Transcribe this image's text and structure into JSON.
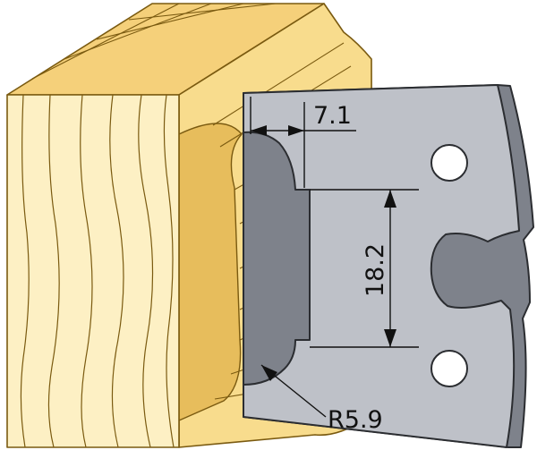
{
  "colors": {
    "wood_front": "#fdf0c4",
    "wood_face": "#f8dc8d",
    "wood_top": "#f5d07a",
    "wood_shadow": "#e7bd5c",
    "wood_stroke": "#7a5a10",
    "steel_front": "#bec1c8",
    "steel_side": "#7e828b",
    "steel_stroke": "#2b2d31",
    "dimension_line": "#111111"
  },
  "dimensions": {
    "depth": "7.1",
    "height": "18.2",
    "radius": "R5.9"
  }
}
